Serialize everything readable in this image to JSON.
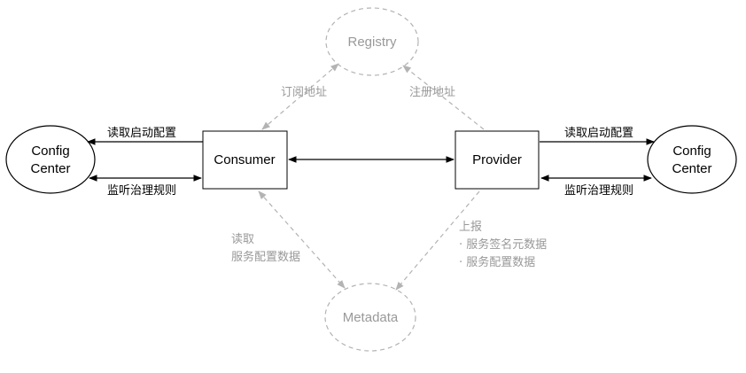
{
  "nodes": {
    "registry": "Registry",
    "consumer": "Consumer",
    "provider": "Provider",
    "metadata": "Metadata",
    "config_left_line1": "Config",
    "config_left_line2": "Center",
    "config_right_line1": "Config",
    "config_right_line2": "Center"
  },
  "edges": {
    "subscribe": "订阅地址",
    "register": "注册地址",
    "left_read_config": "读取启动配置",
    "left_watch_rules": "监听治理规则",
    "right_read_config": "读取启动配置",
    "right_watch_rules": "监听治理规则",
    "consumer_read_line1": "读取",
    "consumer_read_line2": "服务配置数据",
    "provider_report_title": "上报",
    "provider_report_item1": "· 服务签名元数据",
    "provider_report_item2": "· 服务配置数据"
  },
  "colors": {
    "solid": "#000000",
    "dashed": "#b3b3b3",
    "dashed_text": "#999999",
    "box_fill": "#ffffff"
  }
}
